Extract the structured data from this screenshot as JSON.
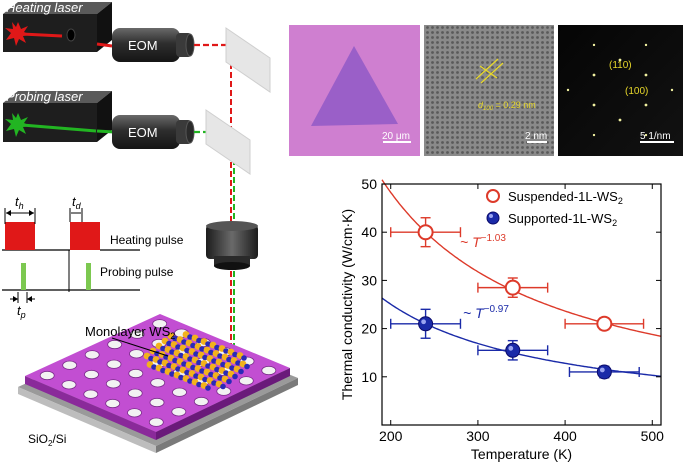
{
  "colors": {
    "heating": "#dd1a1a",
    "probing": "#2a9a2a",
    "suspended": "#dd3a2a",
    "supported": "#1a2aa8",
    "optical_bg": "#cf7fd0",
    "flake": "#9a5fc8",
    "substrate_top": "#c04ed0",
    "scale_text": "#ffffff",
    "hrtem_annot": "#e8d82a"
  },
  "lasers": {
    "heating_label": "Heating laser",
    "probing_label": "Probing laser",
    "eom_top": "EOM",
    "eom_bottom": "EOM"
  },
  "timing": {
    "th": "t",
    "th_sub": "h",
    "td": "t",
    "td_sub": "d",
    "tp": "t",
    "tp_sub": "p",
    "heating_pulse": "Heating pulse",
    "probing_pulse": "Probing pulse"
  },
  "sample": {
    "monolayer_label": "Monolayer WS",
    "monolayer_sub": "2",
    "substrate_a": "SiO",
    "substrate_sub": "2",
    "substrate_b": "/Si"
  },
  "micrographs": {
    "optical_scale": "20 μm",
    "hrtem_d_label": "d",
    "hrtem_d_sub": "100",
    "hrtem_d_value": " = 0.29 nm",
    "hrtem_scale": "2 nm",
    "saed_spot_1": "(110)",
    "saed_spot_2": "(100)",
    "saed_scale": "5 1/nm"
  },
  "chart_data": {
    "type": "scatter",
    "xlabel": "Temperature (K)",
    "ylabel": "Thermal conductivity (W/cm·K)",
    "xlim": [
      190,
      510
    ],
    "ylim": [
      0,
      50
    ],
    "xticks": [
      200,
      300,
      400,
      500
    ],
    "yticks": [
      10,
      20,
      30,
      40,
      50
    ],
    "legend_position": "top-right",
    "series": [
      {
        "name": "Suspended-1L-WS",
        "name_sub": "2",
        "marker": "open-circle",
        "color": "#dd3a2a",
        "x": [
          240,
          340,
          445
        ],
        "y": [
          40,
          28.5,
          21
        ],
        "x_err": [
          40,
          40,
          45
        ],
        "y_err": [
          3,
          2,
          1.2
        ],
        "fit_label": "~ T",
        "fit_exponent": "−1.03",
        "fit_A": 40,
        "fit_T0": 240,
        "fit_n": 1.03
      },
      {
        "name": "Supported-1L-WS",
        "name_sub": "2",
        "marker": "filled-circle",
        "color": "#1a2aa8",
        "x": [
          240,
          340,
          445
        ],
        "y": [
          21,
          15.5,
          11
        ],
        "x_err": [
          40,
          40,
          40
        ],
        "y_err": [
          3,
          2,
          1.2
        ],
        "fit_label": "~ T",
        "fit_exponent": "−0.97",
        "fit_A": 21,
        "fit_T0": 240,
        "fit_n": 0.97
      }
    ]
  }
}
